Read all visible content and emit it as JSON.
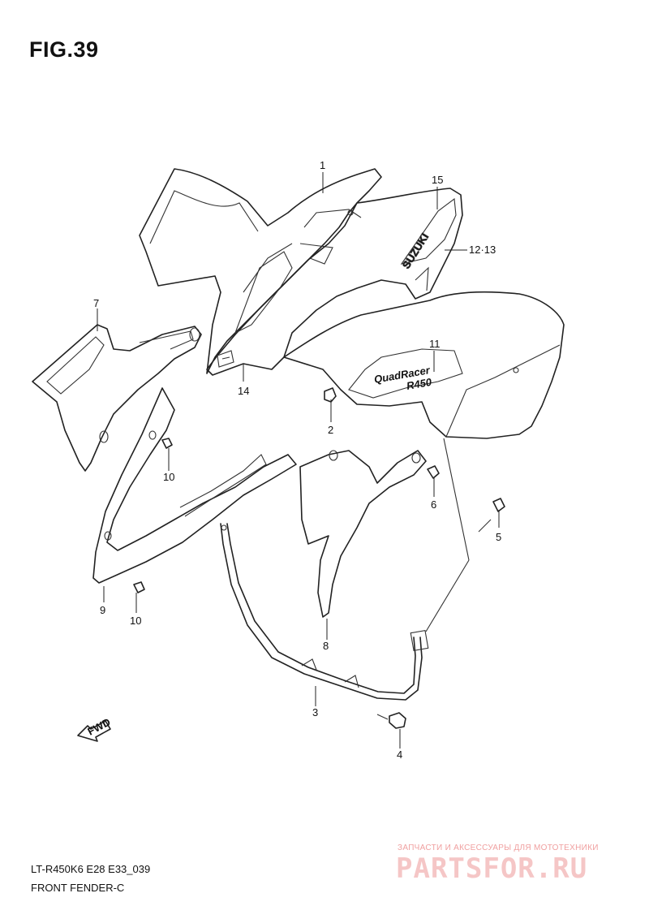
{
  "figure": {
    "title": "FIG.39"
  },
  "callouts": {
    "p1": "1",
    "p2": "2",
    "p3": "3",
    "p4": "4",
    "p5": "5",
    "p6": "6",
    "p7": "7",
    "p8": "8",
    "p9": "9",
    "p10a": "10",
    "p10b": "10",
    "p11": "11",
    "p12_13": "12·13",
    "p14": "14",
    "p15": "15"
  },
  "decals": {
    "brand": "SUZUKI",
    "model_line1": "QuadRacer",
    "model_line2": "R450"
  },
  "fwd_label": "FWD",
  "footer": {
    "code": "LT-R450K6 E28 E33_039",
    "name": "FRONT FENDER-C"
  },
  "watermark": {
    "tagline": "ЗАПЧАСТИ И АКСЕССУАРЫ ДЛЯ МОТОТЕХНИКИ",
    "brand": "PARTSFOR.RU"
  }
}
